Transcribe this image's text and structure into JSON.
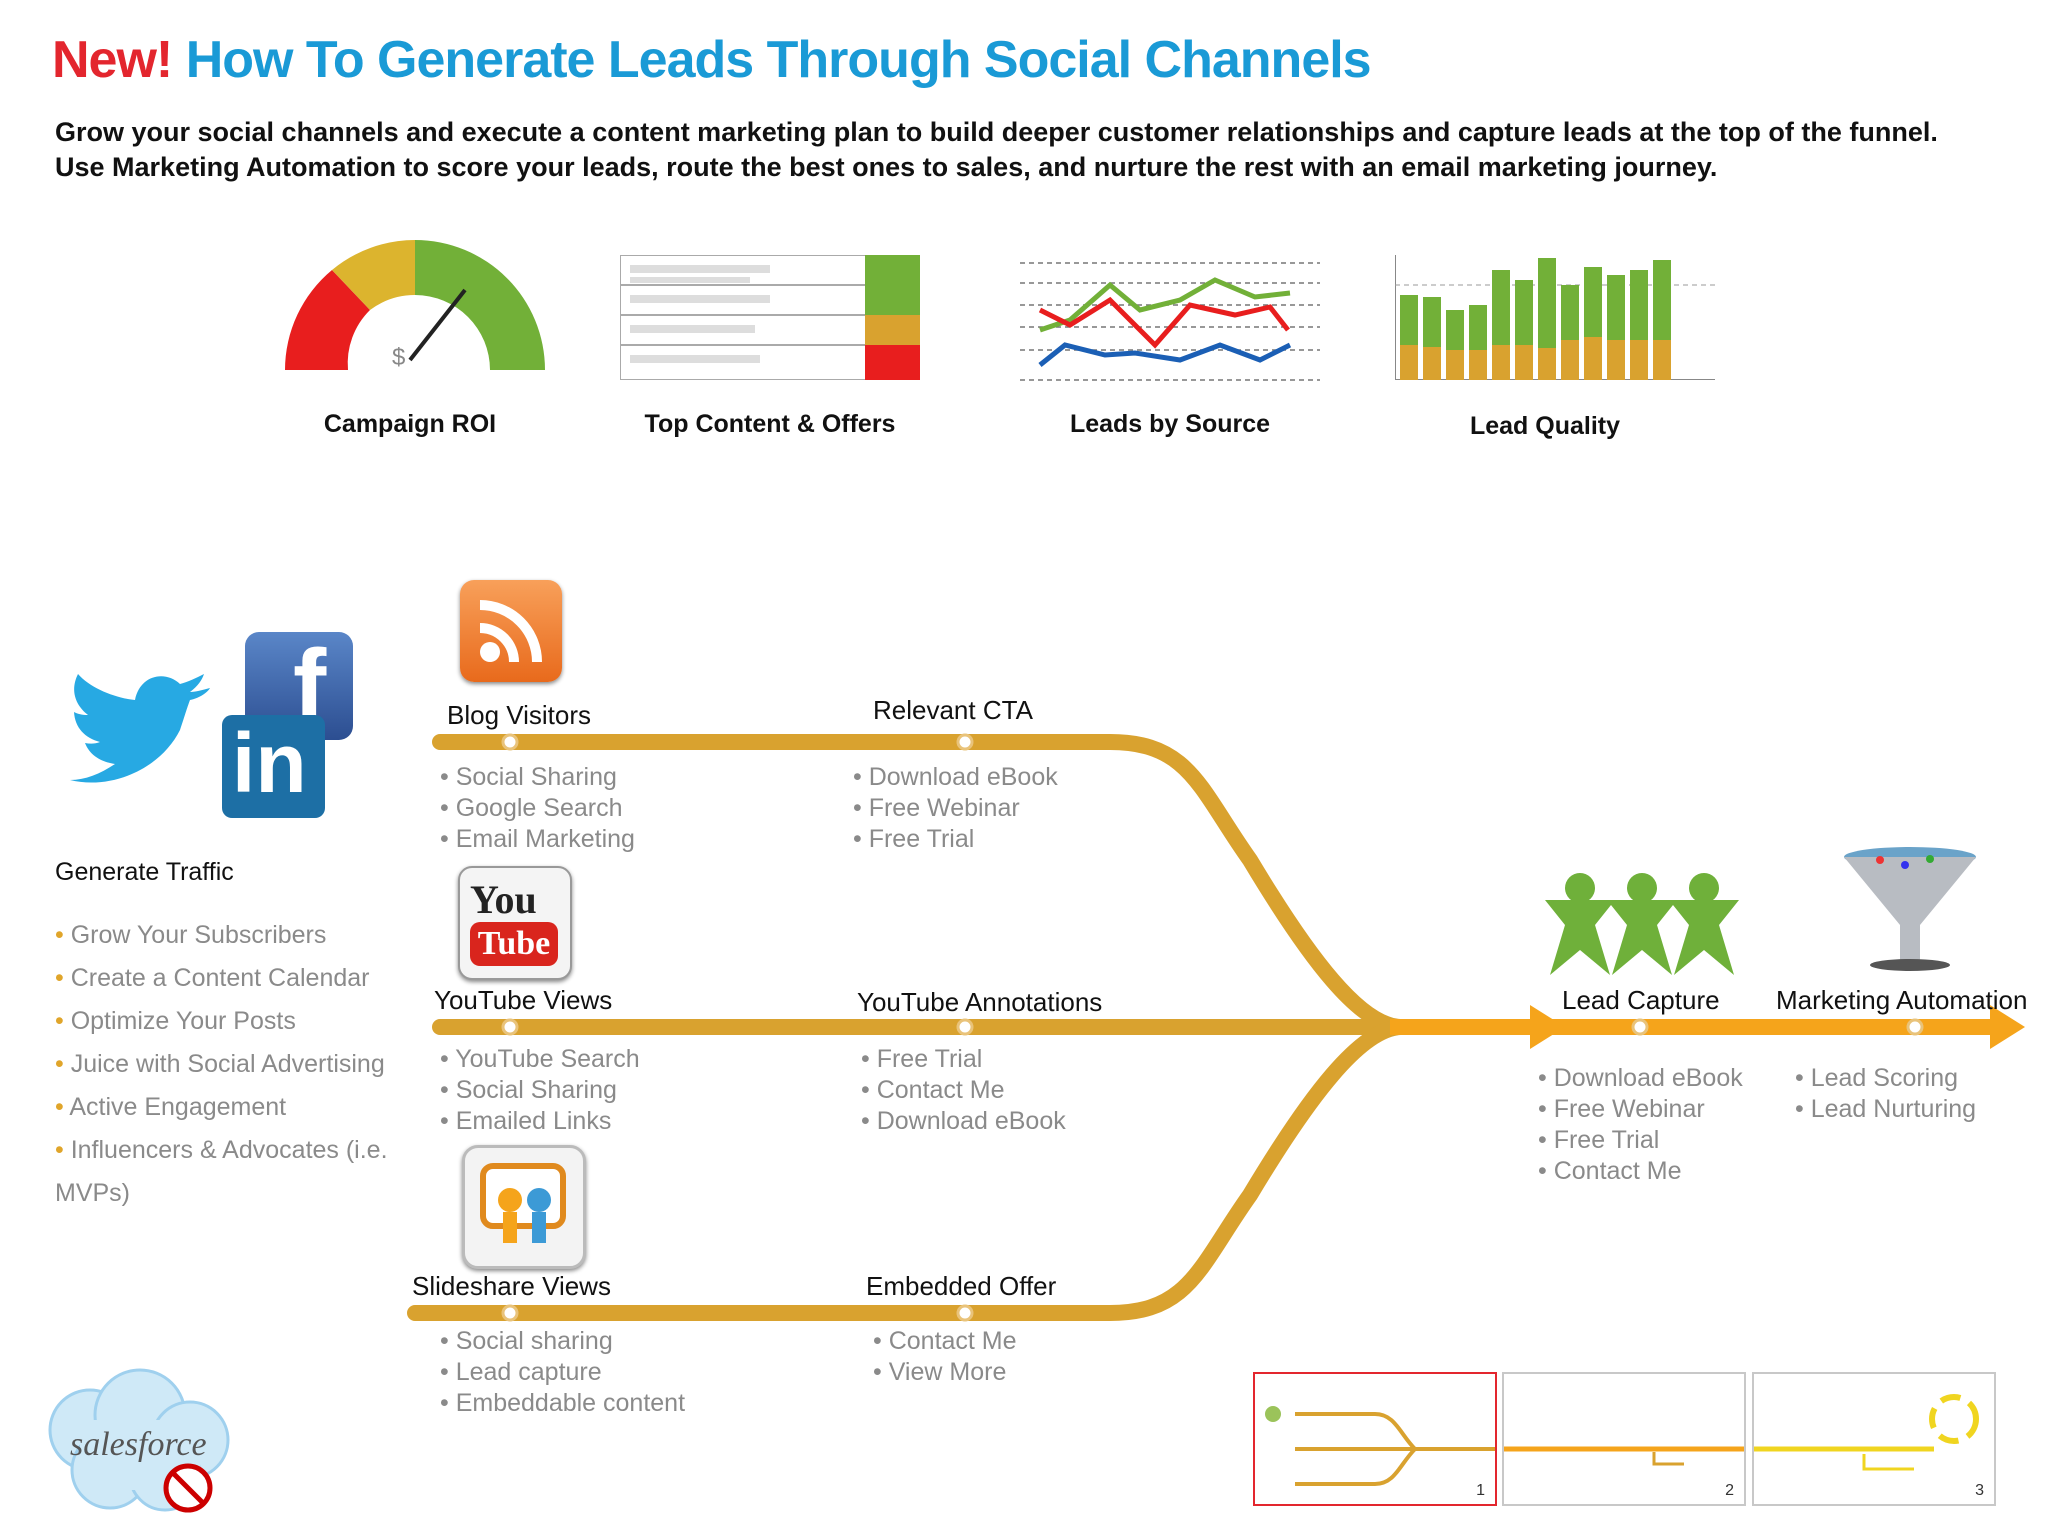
{
  "header": {
    "new_label": "New!",
    "title": "How To Generate Leads Through Social Channels",
    "intro": "Grow your social channels and execute a content marketing plan to build deeper customer relationships and capture leads at the top of the funnel. Use Marketing Automation to score your leads, route the best ones to sales, and nurture the rest with an email marketing journey."
  },
  "dashboards": {
    "roi_label": "Campaign ROI",
    "roi_symbol": "$",
    "content_label": "Top Content & Offers",
    "source_label": "Leads by Source",
    "quality_label": "Lead Quality"
  },
  "traffic": {
    "heading": "Generate Traffic",
    "items": [
      "Grow Your Subscribers",
      "Create a Content Calendar",
      "Optimize Your Posts",
      "Juice with Social Advertising",
      "Active Engagement",
      "Influencers & Advocates (i.e.",
      "MVPs)"
    ]
  },
  "channels": {
    "blog": {
      "title": "Blog Visitors",
      "bullets": [
        "Social Sharing",
        "Google Search",
        "Email Marketing"
      ]
    },
    "blog_cta": {
      "title": "Relevant CTA",
      "bullets": [
        "Download eBook",
        "Free Webinar",
        "Free Trial"
      ]
    },
    "youtube": {
      "title": "YouTube Views",
      "bullets": [
        "YouTube Search",
        "Social Sharing",
        "Emailed Links"
      ]
    },
    "youtube_cta": {
      "title": "YouTube Annotations",
      "bullets": [
        "Free Trial",
        "Contact Me",
        "Download eBook"
      ]
    },
    "slideshare": {
      "title": "Slideshare Views",
      "bullets": [
        "Social sharing",
        "Lead capture",
        "Embeddable content"
      ]
    },
    "slideshare_cta": {
      "title": "Embedded Offer",
      "bullets": [
        "Contact Me",
        "View More"
      ]
    }
  },
  "outcomes": {
    "capture": {
      "title": "Lead Capture",
      "bullets": [
        "Download eBook",
        "Free Webinar",
        "Free Trial",
        "Contact Me"
      ]
    },
    "automation": {
      "title": "Marketing Automation",
      "bullets": [
        "Lead Scoring",
        "Lead Nurturing"
      ]
    }
  },
  "icons": {
    "youtube_you": "You",
    "youtube_tube": "Tube",
    "facebook": "f",
    "linkedin": "in"
  },
  "logo": {
    "salesforce": "salesforce"
  },
  "thumbnails": {
    "pages": [
      "1",
      "2",
      "3"
    ],
    "active_page": "1"
  },
  "colors": {
    "path": "#d9a22f",
    "arrow": "#f5a41b",
    "title_blue": "#1a9ad6",
    "new_red": "#e3262e",
    "gray_text": "#8a8a8a"
  }
}
